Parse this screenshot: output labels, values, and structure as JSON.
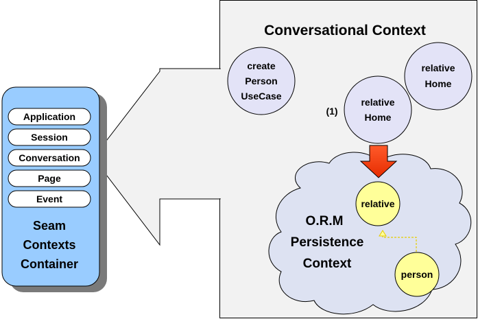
{
  "conversational_context": {
    "title": "Conversational Context"
  },
  "container": {
    "scopes": [
      "Application",
      "Session",
      "Conversation",
      "Page",
      "Event"
    ],
    "label_lines": [
      "Seam",
      "Contexts",
      "Container"
    ]
  },
  "beans": {
    "create_person": [
      "create",
      "Person",
      "UseCase"
    ],
    "relative_home_top": [
      "relative",
      "Home"
    ],
    "relative_home_mid": [
      "relative",
      "Home"
    ],
    "marker": "(1)"
  },
  "persistence_context": {
    "label_lines": [
      "O.R.M",
      "Persistence",
      "Context"
    ],
    "entity_relative": "relative",
    "entity_person": "person"
  },
  "colors": {
    "container_fill": "#99ccff",
    "scope_fill": "#ffffff",
    "bean_fill": "#e3e3f7",
    "cloud_fill": "#dde2f2",
    "entity_fill": "#ffff99",
    "down_arrow": "#ff3300",
    "dotted_arrow": "#e6cc00",
    "panel_fill": "#f2f2f2"
  }
}
